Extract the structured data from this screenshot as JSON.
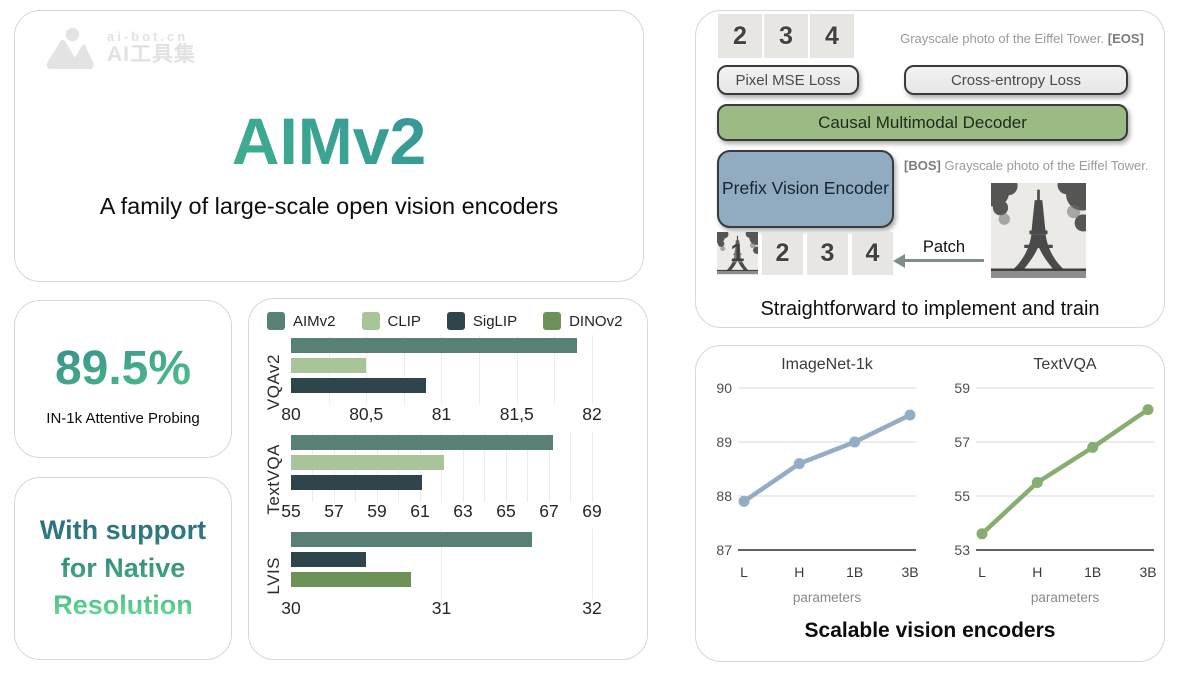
{
  "brand": {
    "site": "ai-bot.cn",
    "site_cn": "AI工具集"
  },
  "hero": {
    "title": "AIMv2",
    "subtitle": "A family of large-scale open vision encoders"
  },
  "stat_card": {
    "value": "89.5%",
    "label": "IN-1k Attentive Probing"
  },
  "feature_card": {
    "text": "With support for Native Resolution"
  },
  "diagram": {
    "top_patches": [
      "2",
      "3",
      "4"
    ],
    "bottom_patches": [
      "1",
      "2",
      "3",
      "4"
    ],
    "eos_text": "Grayscale photo of the Eiffel Tower.",
    "eos_token": "[EOS]",
    "bos_token": "[BOS]",
    "bos_text": "Grayscale photo of the Eiffel Tower.",
    "pixel_loss_label": "Pixel MSE Loss",
    "ce_loss_label": "Cross-entropy Loss",
    "decoder_label": "Causal Multimodal Decoder",
    "encoder_label": "Prefix Vision Encoder",
    "arrow_label": "Patch",
    "caption": "Straightforward to implement and train"
  },
  "scaling_caption": "Scalable vision encoders",
  "chart_data": [
    {
      "type": "bar",
      "orientation": "horizontal",
      "legend": [
        {
          "name": "AIMv2",
          "color": "#588076"
        },
        {
          "name": "CLIP",
          "color": "#a8c599"
        },
        {
          "name": "SigLIP",
          "color": "#2e464b"
        },
        {
          "name": "DINOv2",
          "color": "#6e9157"
        }
      ],
      "groups": [
        {
          "label": "VQAv2",
          "axis_min": 80,
          "axis_max": 82,
          "grid_step": 0.25,
          "ticks": [
            {
              "label": "80",
              "value": 80
            },
            {
              "label": "80,5",
              "value": 80.5
            },
            {
              "label": "81",
              "value": 81
            },
            {
              "label": "81,5",
              "value": 81.5
            },
            {
              "label": "82",
              "value": 82
            }
          ],
          "bars": [
            {
              "series": "AIMv2",
              "value": 81.9
            },
            {
              "series": "CLIP",
              "value": 80.5
            },
            {
              "series": "SigLIP",
              "value": 80.9
            }
          ]
        },
        {
          "label": "TextVQA",
          "axis_min": 55,
          "axis_max": 69,
          "grid_step": 1,
          "ticks": [
            {
              "label": "55",
              "value": 55
            },
            {
              "label": "57",
              "value": 57
            },
            {
              "label": "59",
              "value": 59
            },
            {
              "label": "61",
              "value": 61
            },
            {
              "label": "63",
              "value": 63
            },
            {
              "label": "65",
              "value": 65
            },
            {
              "label": "67",
              "value": 67
            },
            {
              "label": "69",
              "value": 69
            }
          ],
          "bars": [
            {
              "series": "AIMv2",
              "value": 67.2
            },
            {
              "series": "CLIP",
              "value": 62.1
            },
            {
              "series": "SigLIP",
              "value": 61.1
            }
          ]
        },
        {
          "label": "LVIS",
          "axis_min": 30,
          "axis_max": 32,
          "grid_step": 1,
          "ticks": [
            {
              "label": "30",
              "value": 30
            },
            {
              "label": "31",
              "value": 31
            },
            {
              "label": "32",
              "value": 32
            }
          ],
          "bars": [
            {
              "series": "AIMv2",
              "value": 31.6
            },
            {
              "series": "SigLIP",
              "value": 30.5
            },
            {
              "series": "DINOv2",
              "value": 30.8
            }
          ]
        }
      ]
    },
    {
      "type": "line",
      "title": "ImageNet-1k",
      "xlabel": "parameters",
      "x": [
        "L",
        "H",
        "1B",
        "3B"
      ],
      "ylim": [
        87,
        90
      ],
      "yticks": [
        87,
        88,
        89,
        90
      ],
      "values": [
        87.9,
        88.6,
        89.0,
        89.5
      ],
      "color": "#93adc6"
    },
    {
      "type": "line",
      "title": "TextVQA",
      "xlabel": "parameters",
      "x": [
        "L",
        "H",
        "1B",
        "3B"
      ],
      "ylim": [
        53,
        59
      ],
      "yticks": [
        53,
        55,
        57,
        59
      ],
      "values": [
        53.6,
        55.5,
        56.8,
        58.2
      ],
      "color": "#88ad71"
    }
  ]
}
